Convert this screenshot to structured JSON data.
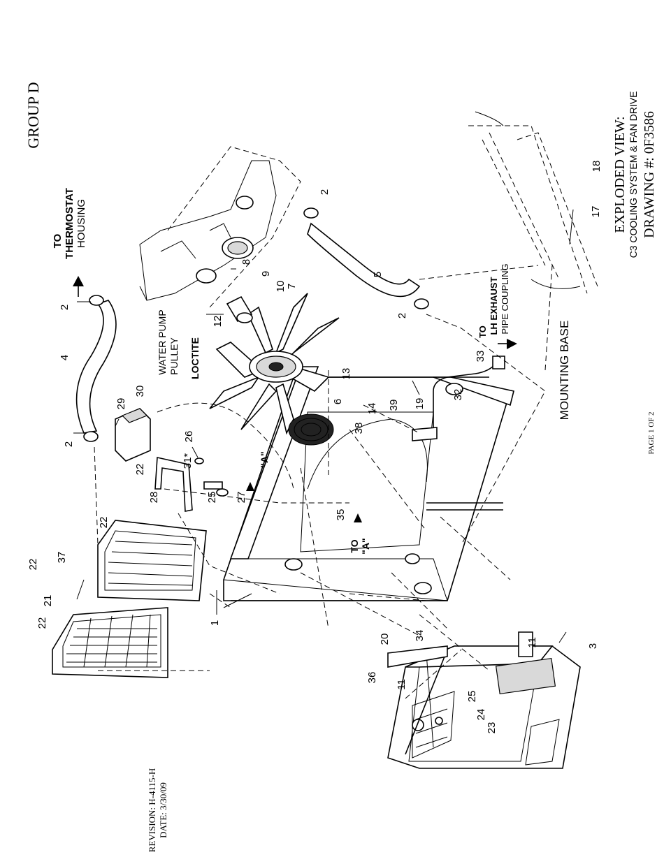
{
  "header": {
    "group": "GROUP D"
  },
  "title_block": {
    "line1": "EXPLODED VIEW:",
    "line2": "C3 COOLING SYSTEM & FAN DRIVE",
    "line3": "DRAWING #: 0F3586"
  },
  "revision": {
    "revision": "REVISION: H-4115-H",
    "date": "DATE: 3/30/09"
  },
  "page": "PAGE 1 OF 2",
  "notes": {
    "to_thermostat_1": "TO",
    "to_thermostat_2": "THERMOSTAT",
    "to_thermostat_3": "HOUSING",
    "water_pump_1": "WATER PUMP",
    "water_pump_2": "PULLEY",
    "loctite": "LOCTITE",
    "to_exhaust_1": "TO",
    "to_exhaust_2": "LH EXHAUST",
    "to_exhaust_3": "PIPE COUPLING",
    "mounting_base": "MOUNTING BASE",
    "to_a_1": "TO",
    "to_a_2": "\"A\"",
    "view_a": "\"A\""
  },
  "callouts": [
    "1",
    "2",
    "2",
    "2",
    "2",
    "2",
    "3",
    "4",
    "5",
    "6",
    "7",
    "8",
    "9",
    "10",
    "11",
    "11",
    "12",
    "13",
    "14",
    "17",
    "18",
    "19",
    "20",
    "21",
    "22",
    "22",
    "22",
    "22",
    "23",
    "24",
    "25",
    "25",
    "26",
    "27",
    "28",
    "29",
    "30",
    "31*",
    "32",
    "33",
    "34",
    "35",
    "36",
    "37",
    "38",
    "39"
  ]
}
